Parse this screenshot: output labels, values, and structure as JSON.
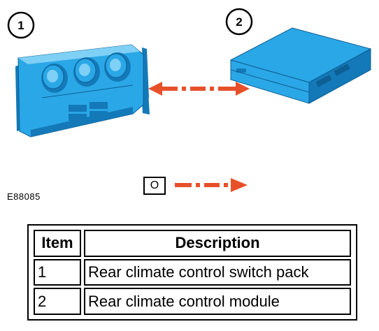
{
  "figure": {
    "callouts": [
      {
        "number": "1",
        "part": "rear-climate-control-switch-pack"
      },
      {
        "number": "2",
        "part": "rear-climate-control-module"
      }
    ],
    "figure_id": "E88085",
    "legend_symbol": "O",
    "colors": {
      "component_fill": "#2aa7e6",
      "component_shade": "#1479b8",
      "component_highlight": "#7fd0f5",
      "arrow": "#e8502a"
    }
  },
  "table": {
    "headers": {
      "item": "Item",
      "description": "Description"
    },
    "rows": [
      {
        "item": "1",
        "description": "Rear climate control switch pack"
      },
      {
        "item": "2",
        "description": "Rear climate control module"
      }
    ]
  }
}
